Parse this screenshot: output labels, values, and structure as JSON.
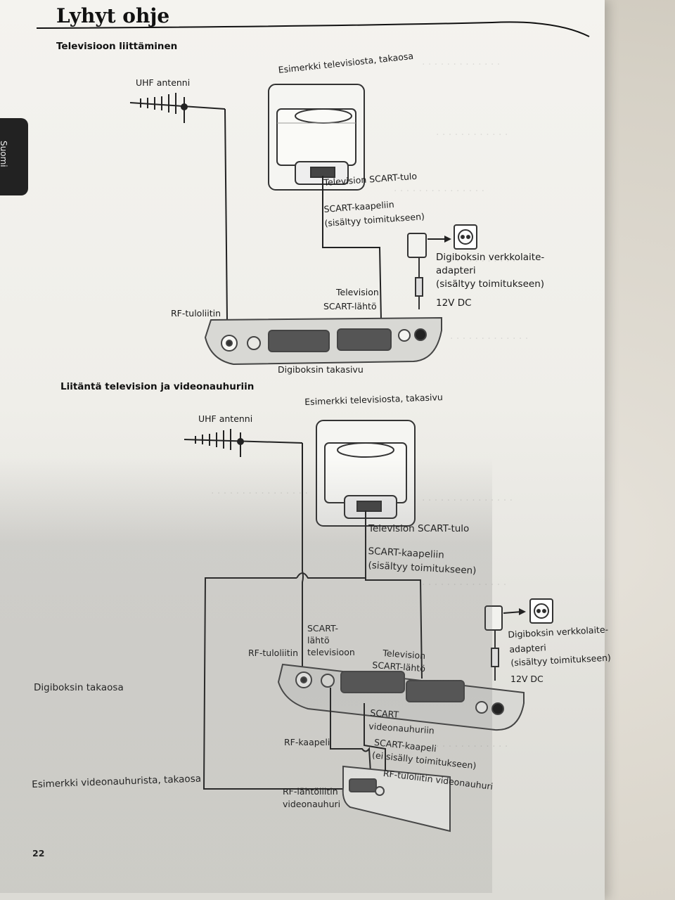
{
  "page": {
    "title": "Lyhyt ohje",
    "side_tab": "Suomi",
    "page_number": "22"
  },
  "section1": {
    "heading": "Televisioon liittäminen",
    "uhf": "UHF antenni",
    "tv_caption": "Esimerkki televisiosta, takaosa",
    "scart_in": "Television SCART-tulo",
    "scart_cable_1": "SCART-kaapeliin",
    "scart_cable_2": "(sisältyy toimitukseen)",
    "adapter_1": "Digiboksin verkkolaite-",
    "adapter_2": "adapteri",
    "adapter_3": "(sisältyy toimitukseen)",
    "dc": "12V DC",
    "tv_scart_out_1": "Television",
    "tv_scart_out_2": "SCART-lähtö",
    "rf_in": "RF-tuloliitin",
    "box_caption": "Digiboksin takasivu"
  },
  "section2": {
    "heading": "Liitäntä television ja videonauhuriin",
    "tv_caption": "Esimerkki televisiosta, takasivu",
    "uhf": "UHF antenni",
    "scart_in": "Television SCART-tulo",
    "scart_cable_1": "SCART-kaapeliin",
    "scart_cable_2": "(sisältyy toimitukseen)",
    "adapter_1": "Digiboksin verkkolaite-",
    "adapter_2": "adapteri",
    "adapter_3": "(sisältyy toimitukseen)",
    "dc": "12V DC",
    "scart_out_tv_1": "SCART-",
    "scart_out_tv_2": "lähtö",
    "scart_out_tv_3": "televisioon",
    "rf_in": "RF-tuloliitin",
    "tv_scart_out_1": "Television",
    "tv_scart_out_2": "SCART-lähtö",
    "box_rear": "Digiboksin takaosa",
    "scart_vcr_1": "SCART",
    "scart_vcr_2": "videonauhuriin",
    "rf_cable": "RF-kaapeli",
    "scart_cable_excl_1": "SCART-kaapeli",
    "scart_cable_excl_2": "(ei sisälly toimitukseen)",
    "rf_in_vcr": "RF-tuloliitin videonauhuri",
    "vcr_caption": "Esimerkki videonauhurista, takaosa",
    "rf_out_vcr_1": "RF-lähtöliitin",
    "rf_out_vcr_2": "videonauhuri"
  },
  "colors": {
    "paper": "#f1f0ec",
    "ink": "#1a1a1a",
    "tab": "#222222"
  }
}
